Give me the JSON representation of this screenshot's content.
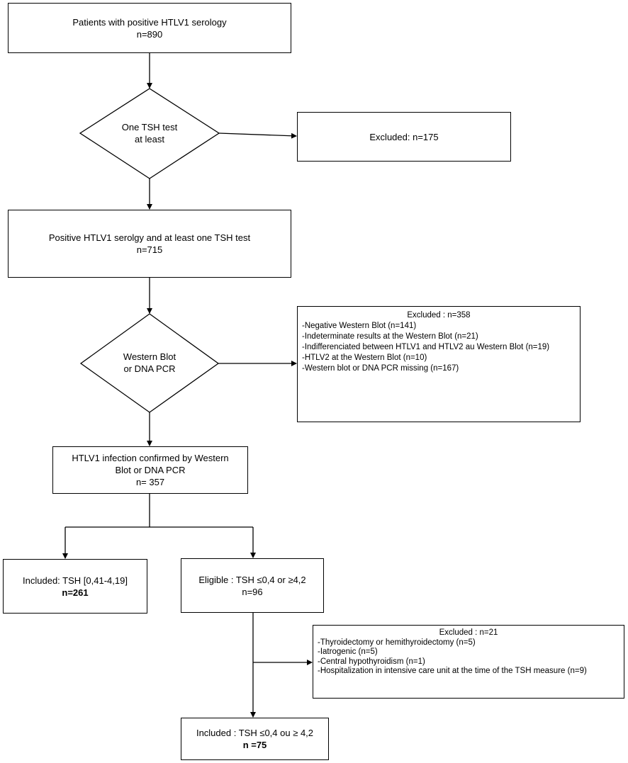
{
  "nodes": {
    "start": {
      "title": "Patients with positive HTLV1 serology",
      "count": "n=890"
    },
    "decision_tsh": {
      "line1": "One TSH test",
      "line2": "at least"
    },
    "excluded_tsh": {
      "label": "Excluded: n=175"
    },
    "positive_tsh": {
      "title": "Positive HTLV1 serolgy and at least one TSH test",
      "count": "n=715"
    },
    "decision_wb": {
      "line1": "Western Blot",
      "line2": "or DNA PCR"
    },
    "excluded_wb": {
      "title": "Excluded : n=358",
      "items": [
        "-Negative Western Blot (n=141)",
        "-Indeterminate results at the Western Blot (n=21)",
        "-Indifferenciated between HTLV1 and HTLV2 au Western Blot (n=19)",
        "-HTLV2 at the Western Blot (n=10)",
        "-Western blot or DNA PCR missing (n=167)"
      ]
    },
    "confirmed": {
      "line1": "HTLV1 infection confirmed by Western",
      "line2": "Blot or DNA PCR",
      "count": "n= 357"
    },
    "included_normal": {
      "label": "Included: TSH [0,41-4,19]",
      "count": "n=261"
    },
    "eligible": {
      "label": "Eligible : TSH ≤0,4 or ≥4,2",
      "count": "n=96"
    },
    "excluded_eligible": {
      "title": "Excluded : n=21",
      "items": [
        "-Thyroidectomy or hemithyroidectomy (n=5)",
        "-Iatrogenic (n=5)",
        "-Central hypothyroidism (n=1)",
        "-Hospitalization in intensive care unit at the time of the TSH measure (n=9)"
      ]
    },
    "included_final": {
      "label": "Included : TSH ≤0,4 ou ≥ 4,2",
      "count": "n =75"
    }
  }
}
